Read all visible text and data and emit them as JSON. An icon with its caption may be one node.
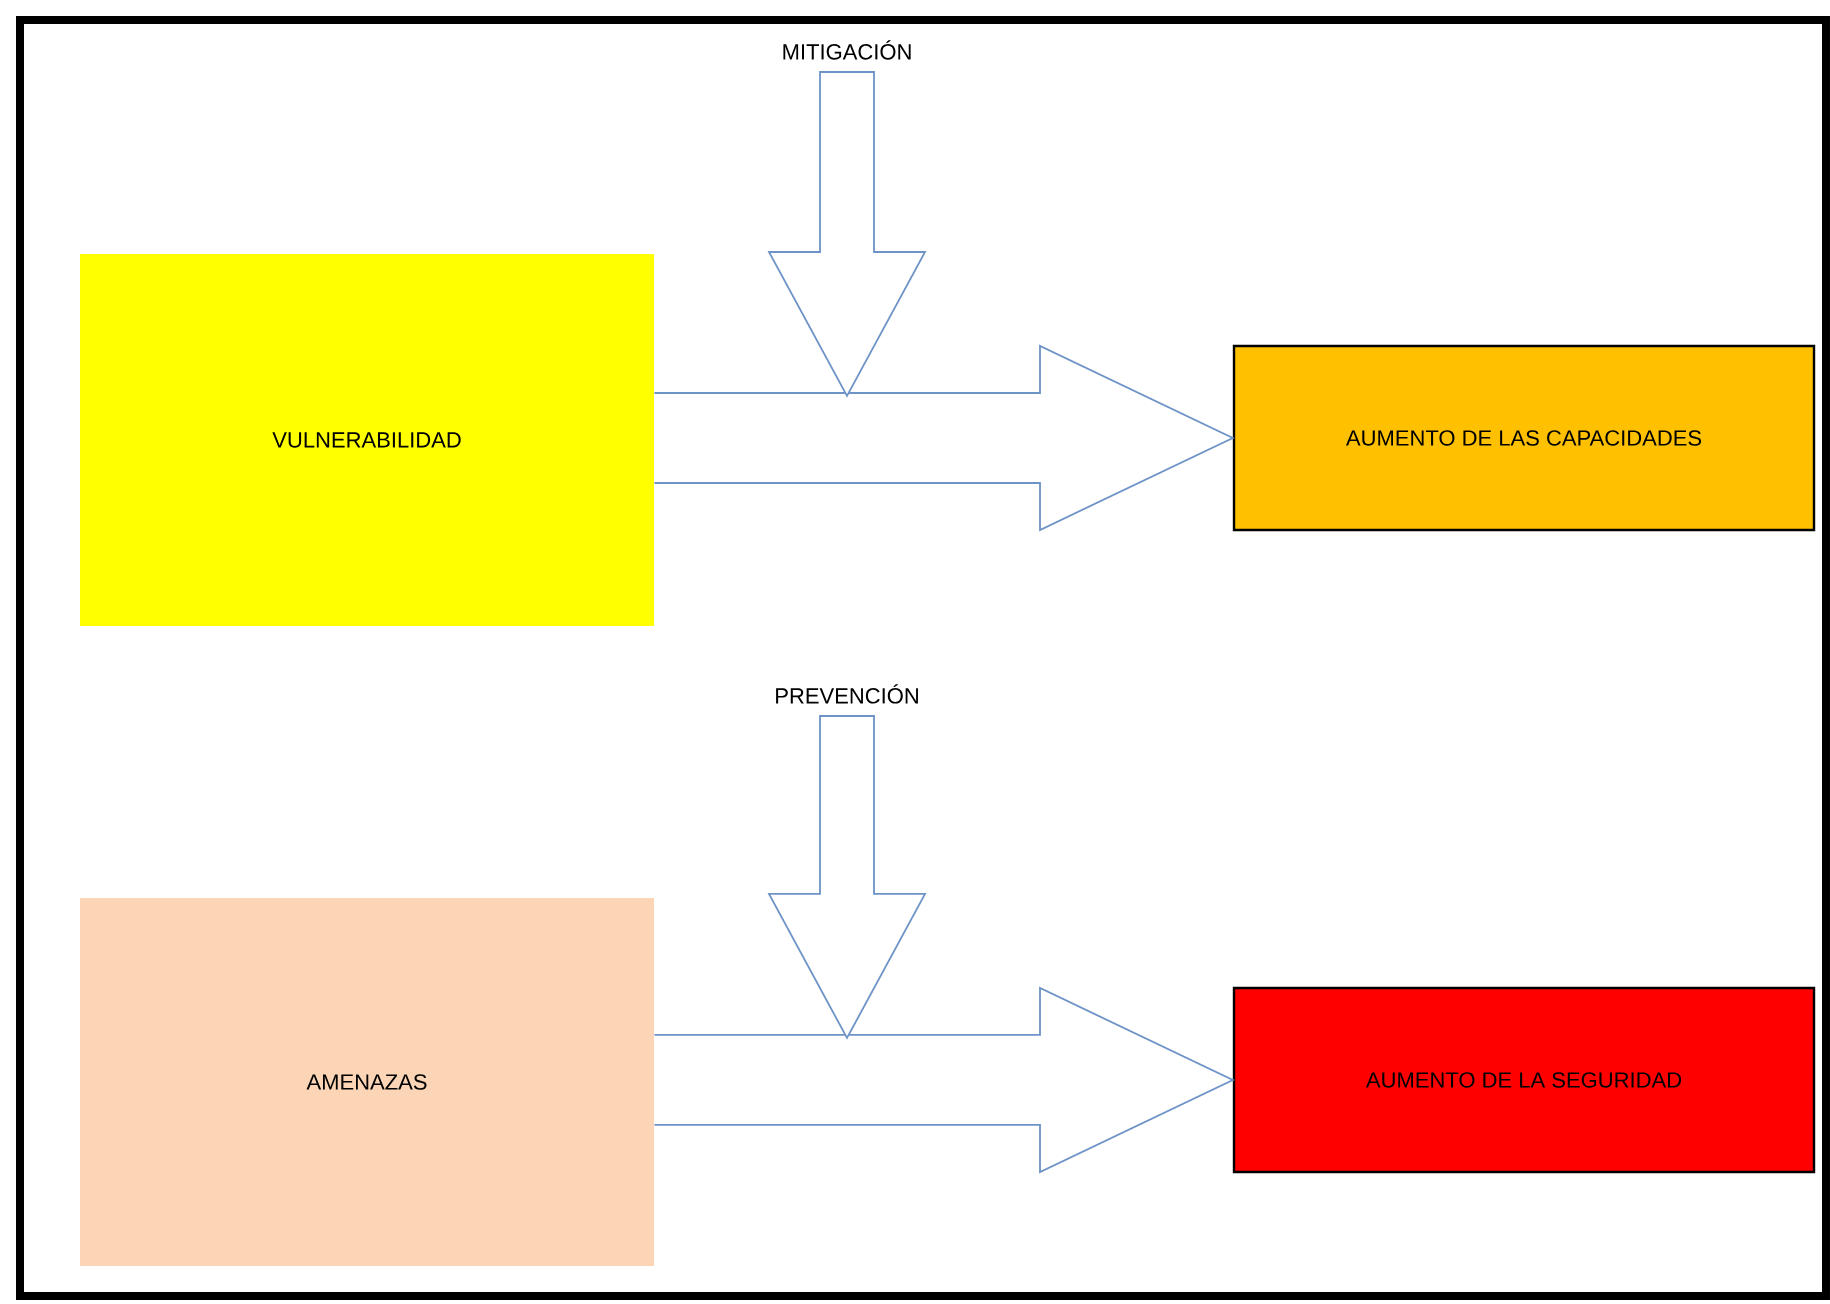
{
  "diagram": {
    "nodes": [
      {
        "text": [
          "VULNERABILIDAD"
        ]
      },
      {
        "text": [
          "MITIGACIÓN"
        ]
      },
      {
        "text": [
          "AUMENTO DE LAS CAPACIDADES"
        ]
      },
      {
        "text": [
          "AMENAZAS"
        ]
      },
      {
        "text": [
          "PREVENCIÓN"
        ]
      },
      {
        "text": [
          "AUMENTO DE LA SEGURIDAD"
        ]
      }
    ],
    "edges": [
      {
        "from": 0,
        "to": 2,
        "arrow": "to"
      },
      {
        "from": 1,
        "to": null,
        "arrow": "to"
      },
      {
        "from": 3,
        "to": 5,
        "arrow": "to"
      },
      {
        "from": 4,
        "to": null,
        "arrow": "to"
      }
    ]
  }
}
